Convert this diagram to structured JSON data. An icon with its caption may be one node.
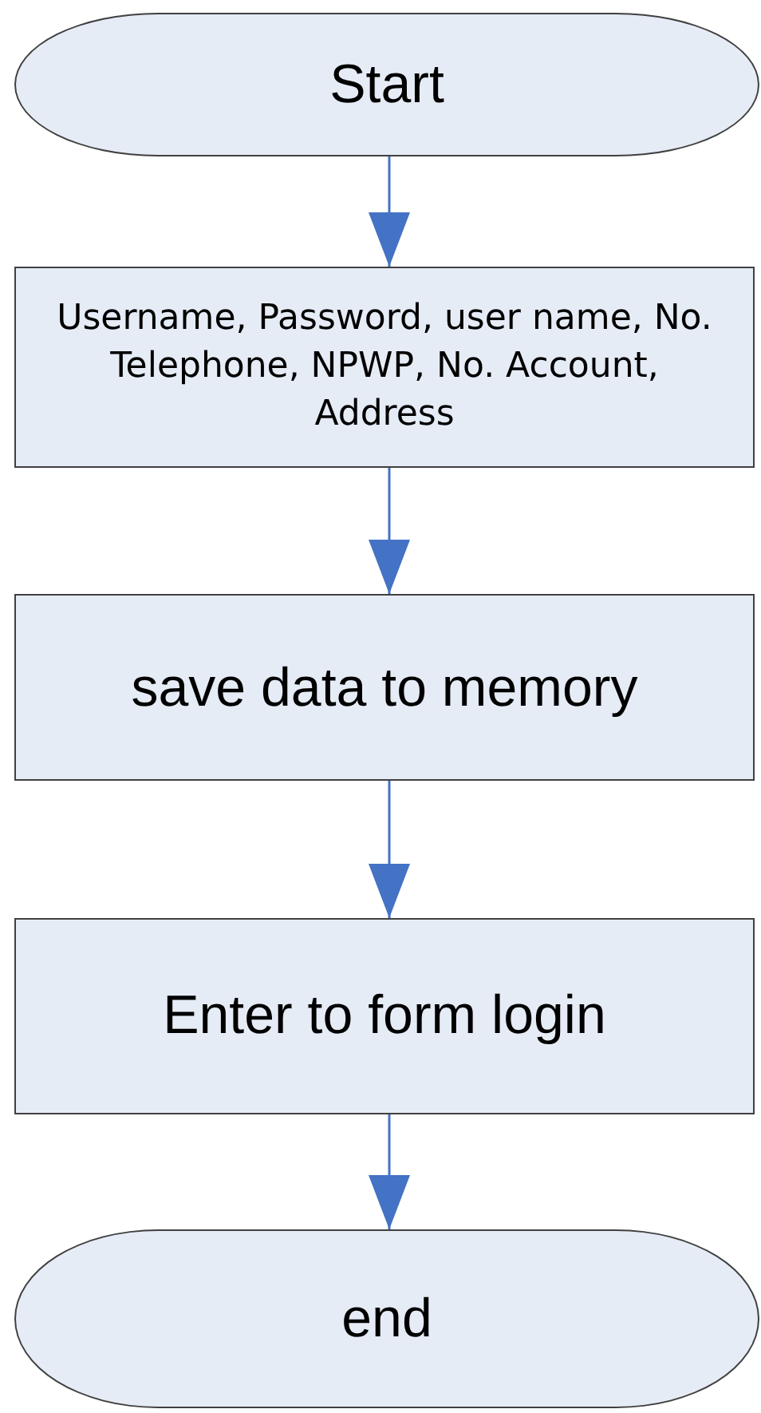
{
  "diagram": {
    "nodes": [
      {
        "text": [
          "Start"
        ]
      },
      {
        "text": [
          "Username, Password, user name, No. Telephone, NPWP, No. Account, Address"
        ]
      },
      {
        "text": [
          "save data to memory"
        ]
      },
      {
        "text": [
          "Enter to form login"
        ]
      },
      {
        "text": [
          "end"
        ]
      }
    ],
    "edges": [
      {
        "from": 0,
        "to": 1,
        "arrow": "to"
      },
      {
        "from": 1,
        "to": 2,
        "arrow": "to"
      },
      {
        "from": 2,
        "to": 3,
        "arrow": "to"
      },
      {
        "from": 3,
        "to": 4,
        "arrow": "to"
      }
    ]
  }
}
